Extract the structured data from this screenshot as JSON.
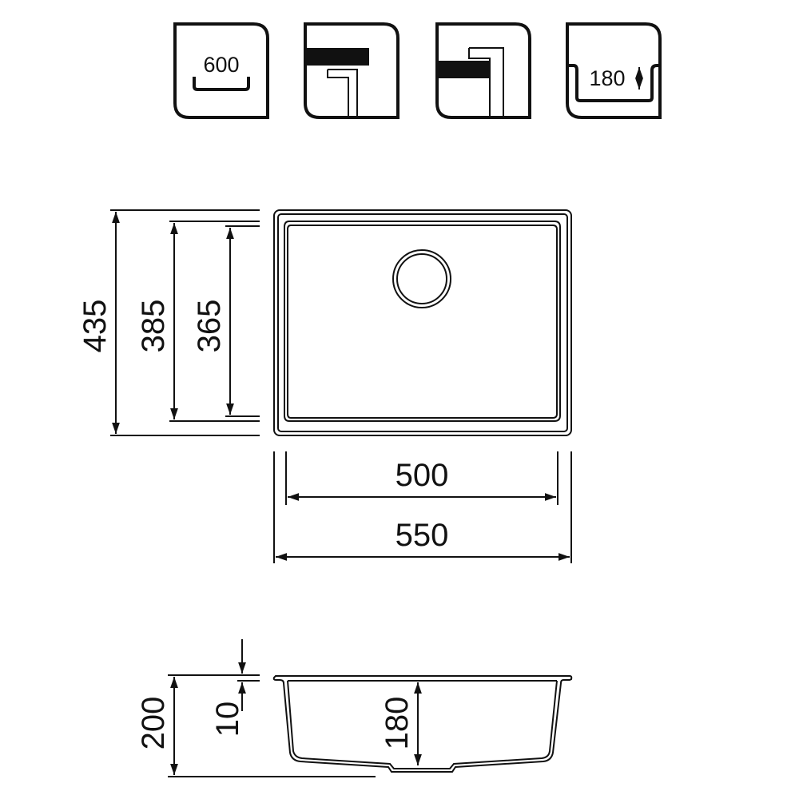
{
  "icons": [
    {
      "name": "cabinet-width-icon",
      "label": "600"
    },
    {
      "name": "undermount-icon"
    },
    {
      "name": "flush-mount-icon"
    },
    {
      "name": "bowl-depth-icon",
      "label": "180"
    }
  ],
  "top_view": {
    "outer_depth": "435",
    "inner_depth": "385",
    "bowl_depth": "365",
    "bowl_width": "500",
    "outer_width": "550"
  },
  "side_view": {
    "total_height": "200",
    "rim_thickness": "10",
    "bowl_height": "180"
  }
}
